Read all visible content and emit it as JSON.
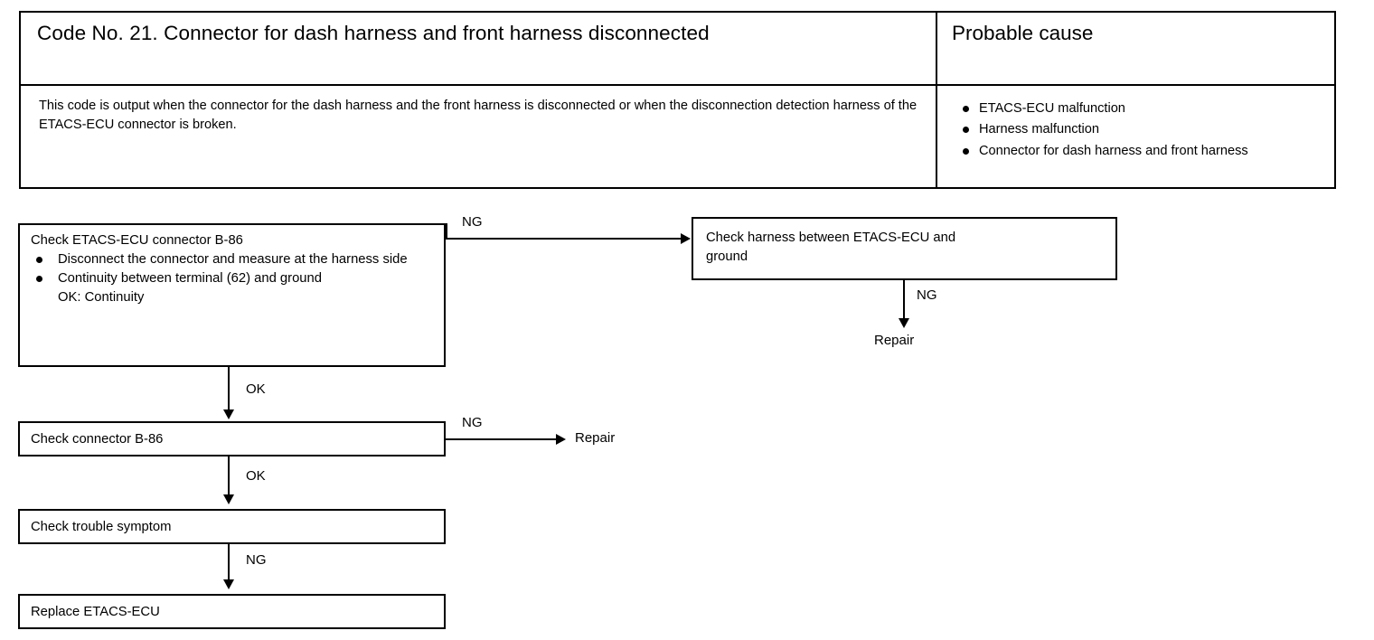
{
  "table": {
    "code_title": "Code No. 21. Connector for dash harness and front harness disconnected",
    "probable_cause_title": "Probable cause",
    "description": "This code is output when the connector for the dash harness and the front harness is disconnected or when the disconnection detection harness of the ETACS-ECU connector is broken.",
    "probable_causes": [
      "ETACS-ECU malfunction",
      "Harness malfunction",
      "Connector for dash harness and front harness"
    ]
  },
  "flowchart": {
    "box_check_etacs": {
      "title": "Check ETACS-ECU connector B-86",
      "bullets": [
        "Disconnect the connector and measure at the harness side",
        "Continuity between terminal (62) and ground"
      ],
      "ok_note": "OK:   Continuity"
    },
    "box_check_harness": {
      "line1": "Check  harness  between  ETACS-ECU  and",
      "line2": "ground"
    },
    "box_check_connector": "Check connector B-86",
    "box_check_trouble": "Check trouble symptom",
    "box_replace_ecu": "Replace ETACS-ECU",
    "repair_right": "Repair",
    "repair_mid": "Repair",
    "labels": {
      "ng_etacs_to_harness": "NG",
      "ng_harness_to_repair": "NG",
      "ok_etacs_to_connector": "OK",
      "ng_connector_to_repair": "NG",
      "ok_connector_to_trouble": "OK",
      "ng_trouble_to_replace": "NG"
    }
  },
  "colors": {
    "ink": "#000000",
    "paper": "#ffffff"
  }
}
